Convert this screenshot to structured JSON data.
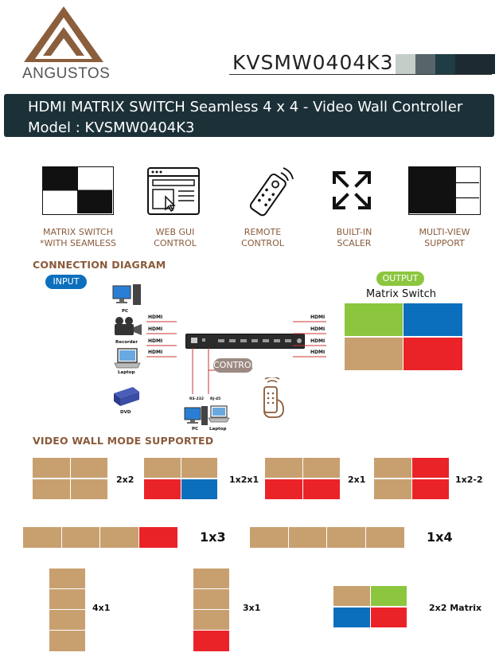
{
  "brand": {
    "name": "ANGUSTOS"
  },
  "model_heading": "KVSMW0404K3",
  "banner": {
    "line1": "HDMI MATRIX SWITCH Seamless 4 x 4 - Video Wall Controller",
    "line2": "Model : KVSMW0404K3"
  },
  "features": [
    {
      "line1": "MATRIX SWITCH",
      "line2": "*WITH SEAMLESS",
      "icon": "grid-icon"
    },
    {
      "line1": "WEB GUI",
      "line2": "CONTROL",
      "icon": "browser-window-icon"
    },
    {
      "line1": "REMOTE",
      "line2": "CONTROL",
      "icon": "remote-control-icon"
    },
    {
      "line1": "BUILT-IN",
      "line2": "SCALER",
      "icon": "expand-arrows-icon"
    },
    {
      "line1": "MULTI-VIEW",
      "line2": "SUPPORT",
      "icon": "multiview-icon"
    }
  ],
  "connection": {
    "title": "CONNECTION DIAGRAM",
    "input_label": "INPUT",
    "output_label": "OUTPUT",
    "output_caption": "Matrix Switch",
    "control_label": "CONTROL",
    "devices": {
      "pc": "PC",
      "recorder": "Recorder",
      "laptop": "Laptop",
      "dvd": "DVD"
    },
    "port_label": "HDMI",
    "rs232": "RS-232",
    "rj45": "RJ-45",
    "bottom_pc": "PC",
    "bottom_laptop": "Laptop"
  },
  "video_wall": {
    "title": "VIDEO WALL MODE SUPPORTED",
    "modes": {
      "m2x2": "2x2",
      "m1x2x1": "1x2x1",
      "m2x1": "2x1",
      "m1x2_2": "1x2-2",
      "m1x3": "1x3",
      "m1x4": "1x4",
      "m4x1": "4x1",
      "m3x1": "3x1",
      "m2x2matrix": "2x2 Matrix"
    }
  },
  "colors": {
    "tan": "#c8a070",
    "red": "#ea2329",
    "blue": "#0c6fbd",
    "green": "#8cc63f",
    "banner": "#1c3038",
    "accent": "#8a5a3a"
  }
}
